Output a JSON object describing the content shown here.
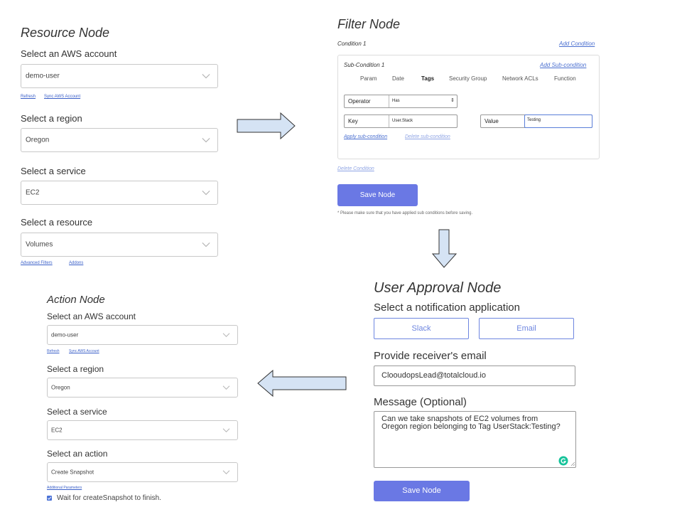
{
  "resource_node": {
    "title": "Resource Node",
    "account_label": "Select an AWS account",
    "account_value": "demo-user",
    "refresh": "Refresh",
    "sync": "Sync AWS Account",
    "region_label": "Select a region",
    "region_value": "Oregon",
    "service_label": "Select a service",
    "service_value": "EC2",
    "resource_label": "Select a resource",
    "resource_value": "Volumes",
    "advanced_filters": "Advanced Filters",
    "addons": "Addons"
  },
  "filter_node": {
    "title": "Filter Node",
    "condition": "Condition 1",
    "add_condition": "Add Condition",
    "sub_condition": "Sub-Condition 1",
    "add_sub_condition": "Add Sub-condition",
    "tabs": [
      "Param",
      "Date",
      "Tags",
      "Security Group",
      "Network ACLs",
      "Function"
    ],
    "active_tab": "Tags",
    "operator_label": "Operator",
    "operator_value": "Has",
    "key_label": "Key",
    "key_value": "User.Stack",
    "value_label": "Value",
    "value_value": "Testing",
    "apply_sub": "Apply sub-condition",
    "delete_sub": "Delete sub-condition",
    "delete_condition": "Delete Condition",
    "save": "Save Node",
    "note": "* Please make sure that you have applied sub conditions before saving."
  },
  "approval_node": {
    "title": "User Approval Node",
    "notif_label": "Select a notification application",
    "slack": "Slack",
    "email": "Email",
    "receiver_label": "Provide receiver's email",
    "receiver_value": "ClooudopsLead@totalcloud.io",
    "message_label": "Message (Optional)",
    "message_value": "Can we take snapshots of EC2 volumes from Oregon region belonging to Tag UserStack:Testing?",
    "save": "Save Node"
  },
  "action_node": {
    "title": "Action Node",
    "account_label": "Select an AWS account",
    "account_value": "demo-user",
    "refresh": "Refresh",
    "sync": "Sync AWS Account",
    "region_label": "Select a region",
    "region_value": "Oregon",
    "service_label": "Select a service",
    "service_value": "EC2",
    "action_label": "Select an action",
    "action_value": "Create Snapshot",
    "additional_params": "Additional Parameters",
    "wait_label": "Wait for createSnapshot to finish.",
    "wait_checked": true
  },
  "colors": {
    "accent": "#6a78e4",
    "arrow_fill": "#d5e3f4",
    "arrow_stroke": "#333333",
    "link": "#3a5fc8",
    "grammarly": "#15c39a"
  },
  "icons": [
    "chevron-down-icon",
    "arrow-right-icon",
    "arrow-down-icon",
    "arrow-left-icon",
    "grammarly-icon",
    "checkbox-icon",
    "updown-select-icon"
  ]
}
